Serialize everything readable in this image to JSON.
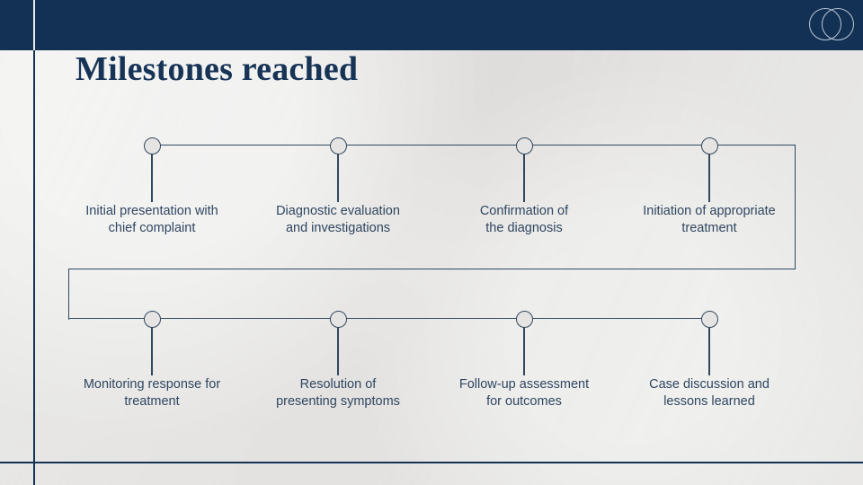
{
  "slide": {
    "title": "Milestones reached",
    "background_color": "#e5e4e2",
    "accent_color": "#123154",
    "line_color": "#32485f",
    "text_color": "#2f4660"
  },
  "logo": {
    "name": "two-overlapping-circles-logo",
    "stroke_color": "#b9c7d6"
  },
  "timeline": {
    "rows": [
      {
        "row_index": 1,
        "nodes": [
          {
            "index": 1,
            "label": "Initial presentation with\nchief complaint",
            "line1": "Initial presentation with",
            "line2": "chief complaint"
          },
          {
            "index": 2,
            "label": "Diagnostic evaluation\nand investigations",
            "line1": "Diagnostic evaluation",
            "line2": "and investigations"
          },
          {
            "index": 3,
            "label": "Confirmation of\nthe diagnosis",
            "line1": "Confirmation of",
            "line2": "the diagnosis"
          },
          {
            "index": 4,
            "label": "Initiation of appropriate\ntreatment",
            "line1": "Initiation of appropriate",
            "line2": "treatment"
          }
        ]
      },
      {
        "row_index": 2,
        "nodes": [
          {
            "index": 5,
            "label": "Monitoring response for\ntreatment",
            "line1": "Monitoring response for",
            "line2": "treatment"
          },
          {
            "index": 6,
            "label": "Resolution of\npresenting symptoms",
            "line1": "Resolution of",
            "line2": "presenting symptoms"
          },
          {
            "index": 7,
            "label": "Follow-up assessment\nfor outcomes",
            "line1": "Follow-up assessment",
            "line2": "for outcomes"
          },
          {
            "index": 8,
            "label": "Case discussion and\nlessons learned",
            "line1": "Case discussion and",
            "line2": "lessons learned"
          }
        ]
      }
    ]
  }
}
